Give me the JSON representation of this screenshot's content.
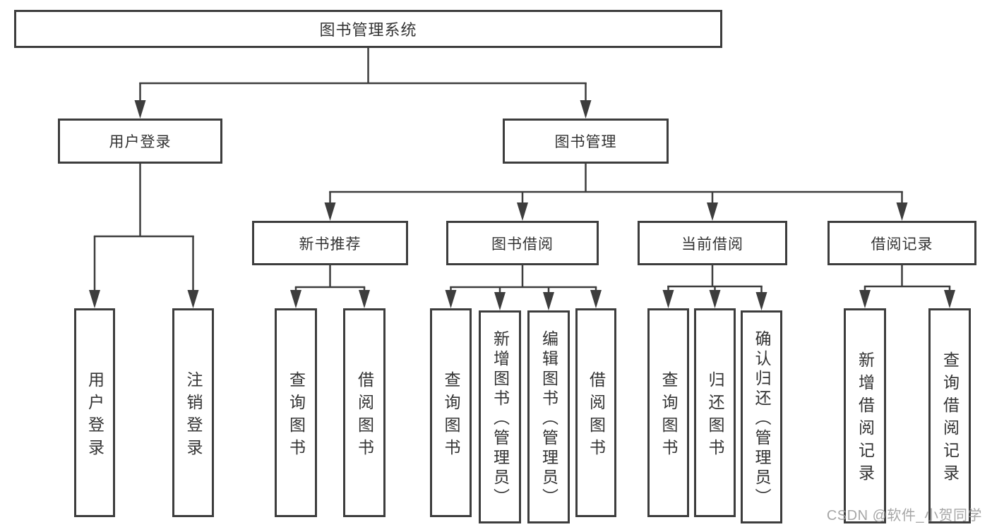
{
  "tree": {
    "root": "图书管理系统",
    "user_login": {
      "label": "用户登录",
      "children": [
        "用户登录",
        "注销登录"
      ]
    },
    "book_management": {
      "label": "图书管理",
      "children": [
        {
          "label": "新书推荐",
          "children": [
            "查询图书",
            "借阅图书"
          ]
        },
        {
          "label": "图书借阅",
          "children": [
            "查询图书",
            "新增图书（管理员）",
            "编辑图书（管理员）",
            "借阅图书"
          ]
        },
        {
          "label": "当前借阅",
          "children": [
            "查询图书",
            "归还图书",
            "确认归还（管理员）"
          ]
        },
        {
          "label": "借阅记录",
          "children": [
            "新增借阅记录",
            "查询借阅记录"
          ]
        }
      ]
    }
  },
  "watermark": "CSDN @软件_小贺同学",
  "colors": {
    "background": "#ffffff",
    "box_border": "#3d3d3d",
    "connector_line": "#3d3d3d",
    "text": "#333333",
    "watermark_text": "#9a9a9a"
  }
}
